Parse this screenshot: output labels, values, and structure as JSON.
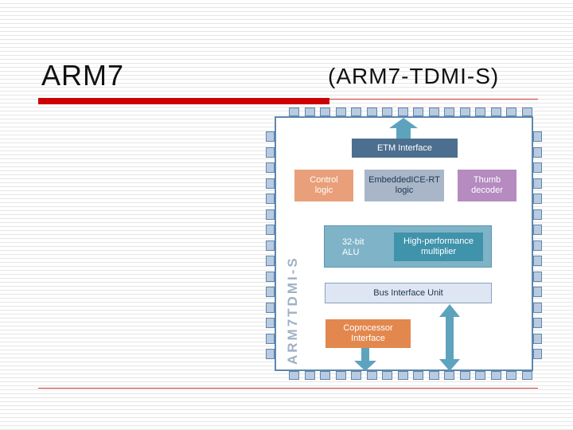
{
  "slide": {
    "title": "ARM7",
    "subtitle": "(ARM7-TDMI-S)"
  },
  "diagram": {
    "chip_label": "ARM7TDMI-S",
    "blocks": {
      "etm": "ETM Interface",
      "control_1": "Control",
      "control_2": "logic",
      "ice_1": "EmbeddedICE-RT",
      "ice_2": "logic",
      "thumb_1": "Thumb",
      "thumb_2": "decoder",
      "alu_1": "32-bit",
      "alu_2": "ALU",
      "mult_1": "High-performance",
      "mult_2": "multiplier",
      "biu": "Bus Interface Unit",
      "copro_1": "Coprocessor",
      "copro_2": "Interface"
    },
    "colors": {
      "etm": "#4d6f8f",
      "control": "#e9a07a",
      "ice": "#a8b6c8",
      "thumb": "#b58bc0",
      "alu": "#7fb3c8",
      "multiplier": "#3f93ab",
      "biu": "#dde6f2",
      "coprocessor": "#e2884e",
      "arrows": "#5ea3bd",
      "title_bar": "#cc0000"
    }
  }
}
